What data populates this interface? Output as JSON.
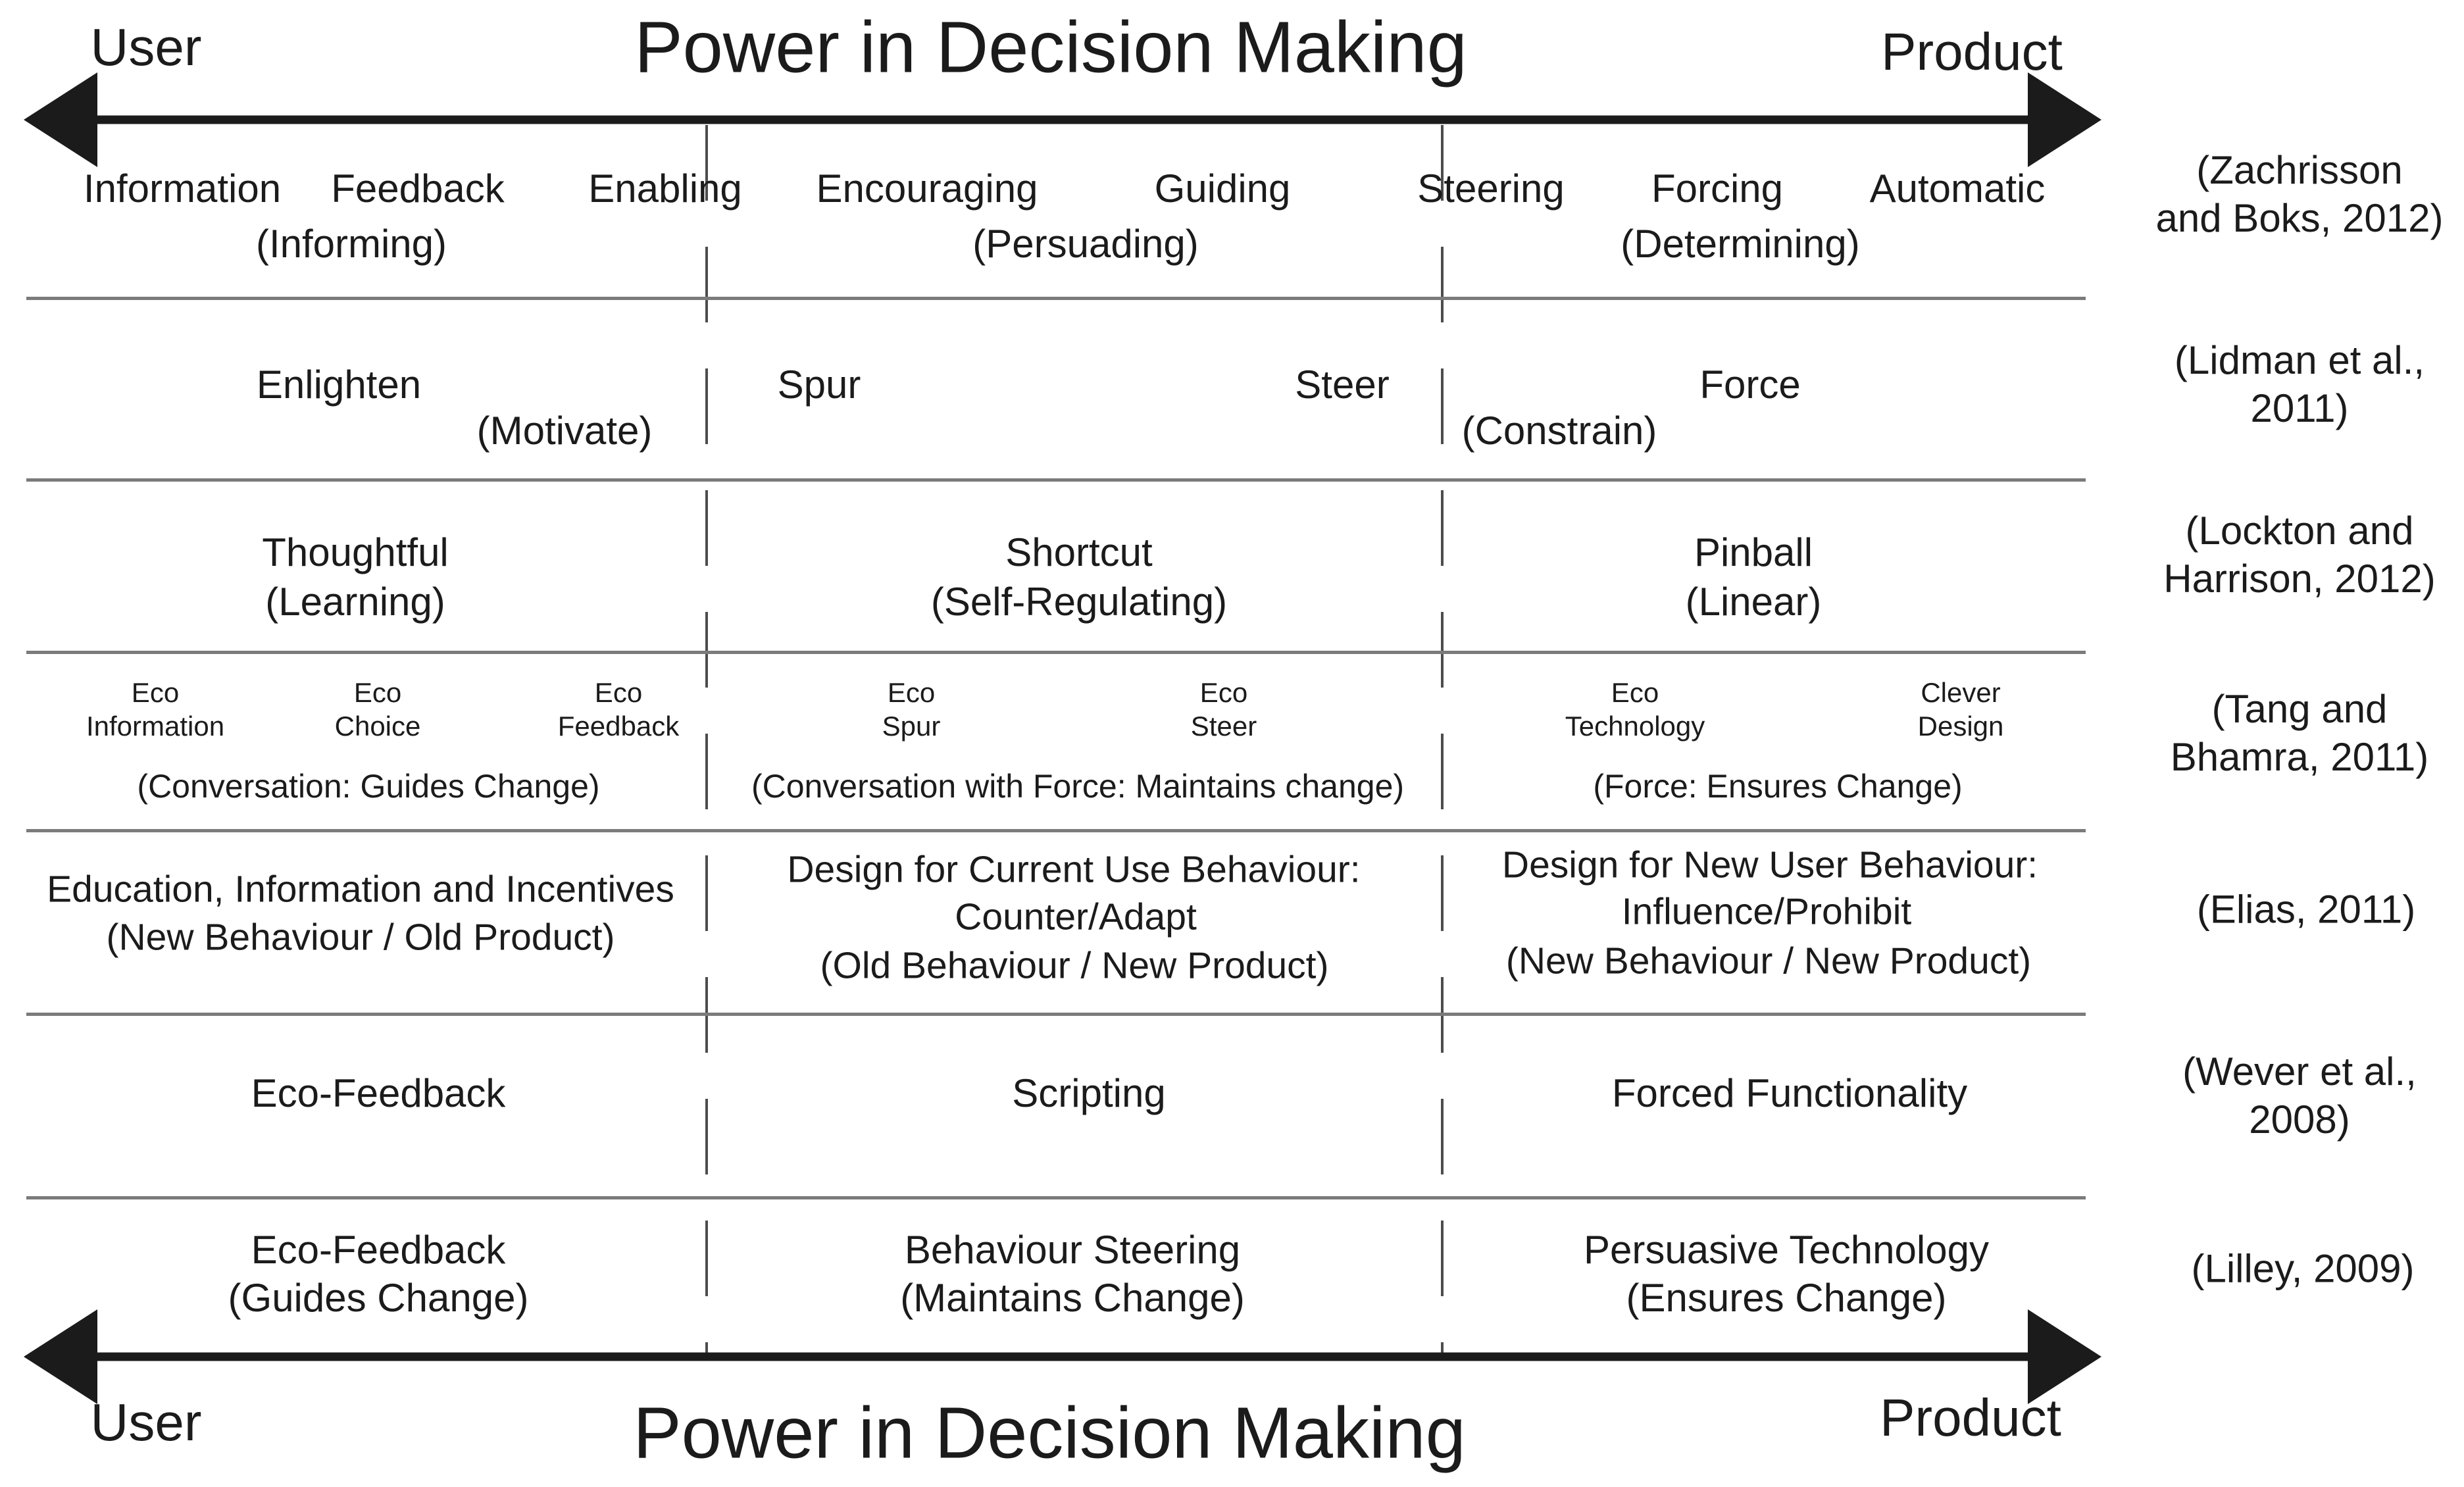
{
  "axis_top": {
    "left": "User",
    "title": "Power in Decision Making",
    "right": "Product"
  },
  "axis_bottom": {
    "left": "User",
    "title": "Power in Decision Making",
    "right": "Product"
  },
  "rows": [
    {
      "citation": "(Zachrisson\nand Boks, 2012)",
      "labels": [
        "Information",
        "Feedback",
        "Enabling",
        "Encouraging",
        "Guiding",
        "Steering",
        "Forcing",
        "Automatic",
        "(Informing)",
        "(Persuading)",
        "(Determining)"
      ]
    },
    {
      "citation": "(Lidman et al.,\n2011)",
      "labels": [
        "Enlighten",
        "(Motivate)",
        "Spur",
        "Steer",
        "Force",
        "(Constrain)"
      ]
    },
    {
      "citation": "(Lockton and\nHarrison, 2012)",
      "labels": [
        "Thoughtful",
        "(Learning)",
        "Shortcut",
        "(Self-Regulating)",
        "Pinball",
        "(Linear)"
      ]
    },
    {
      "citation": "(Tang and\nBhamra, 2011)",
      "labels": [
        "Eco\nInformation",
        "Eco\nChoice",
        "Eco\nFeedback",
        "Eco\nSpur",
        "Eco\nSteer",
        "Eco\nTechnology",
        "Clever\nDesign",
        "(Conversation: Guides Change)",
        "(Conversation with Force: Maintains change)",
        "(Force: Ensures Change)"
      ]
    },
    {
      "citation": "(Elias, 2011)",
      "labels": [
        "Education, Information and Incentives",
        "(New Behaviour / Old Product)",
        "Design for Current Use Behaviour:",
        "Counter/Adapt",
        "(Old Behaviour / New Product)",
        "Design for New User Behaviour:",
        "Influence/Prohibit",
        "(New Behaviour / New Product)"
      ]
    },
    {
      "citation": "(Wever et al.,\n2008)",
      "labels": [
        "Eco-Feedback",
        "Scripting",
        "Forced Functionality"
      ]
    },
    {
      "citation": "(Lilley, 2009)",
      "labels": [
        "Eco-Feedback",
        "(Guides Change)",
        "Behaviour Steering",
        "(Maintains Change)",
        "Persuasive Technology",
        "(Ensures Change)"
      ]
    }
  ]
}
